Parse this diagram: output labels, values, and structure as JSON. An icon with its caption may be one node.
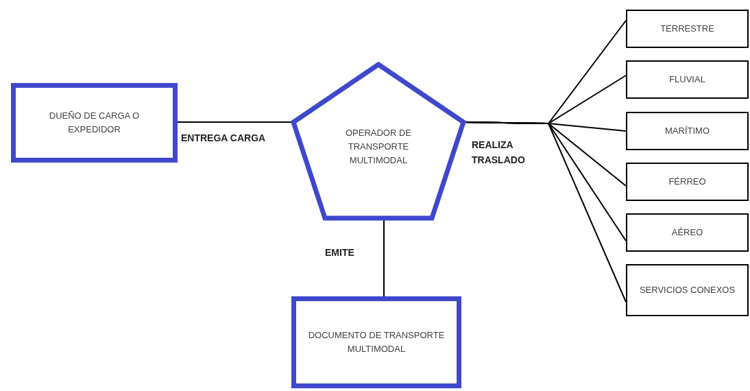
{
  "diagram": {
    "nodes": [
      {
        "text": [
          "DUEÑO DE CARGA O EXPEDIDOR"
        ]
      },
      {
        "text": [
          "OPERADOR DE TRANSPORTE MULTIMODAL"
        ]
      },
      {
        "text": [
          "DOCUMENTO DE TRANSPORTE MULTIMODAL"
        ]
      },
      {
        "text": [
          "TERRESTRE"
        ]
      },
      {
        "text": [
          "FLUVIAL"
        ]
      },
      {
        "text": [
          "MARÍTIMO"
        ]
      },
      {
        "text": [
          "FÉRREO"
        ]
      },
      {
        "text": [
          "AÉREO"
        ]
      },
      {
        "text": [
          "SERVICIOS CONEXOS"
        ]
      }
    ],
    "edges": [
      {
        "from": 0,
        "to": 1,
        "arrow": "none",
        "label": "ENTREGA CARGA"
      },
      {
        "from": 1,
        "to": 2,
        "arrow": "none",
        "label": "EMITE"
      },
      {
        "from": 1,
        "to": 3,
        "arrow": "none"
      },
      {
        "from": 1,
        "to": 4,
        "arrow": "none"
      },
      {
        "from": 1,
        "to": 5,
        "arrow": "none"
      },
      {
        "from": 1,
        "to": 6,
        "arrow": "none"
      },
      {
        "from": 1,
        "to": 7,
        "arrow": "none"
      },
      {
        "from": 1,
        "to": 8,
        "arrow": "none"
      }
    ],
    "labels": [
      "REALIZA TRASLADO"
    ]
  }
}
